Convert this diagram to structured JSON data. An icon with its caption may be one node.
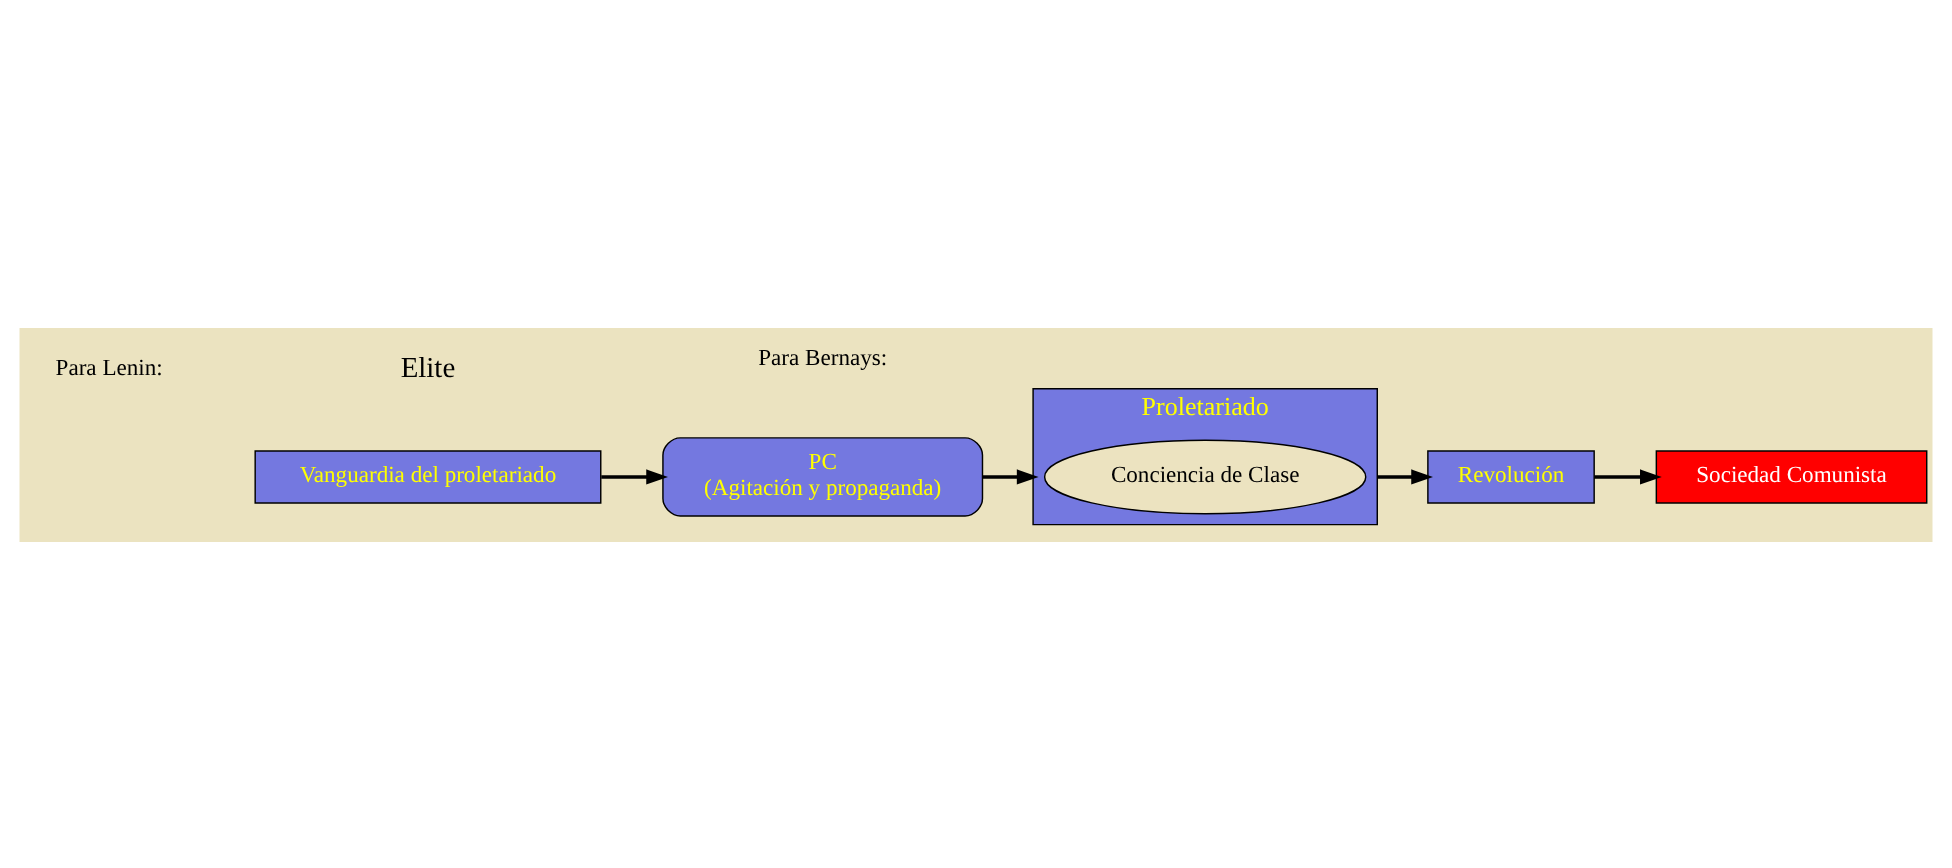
{
  "diagram": {
    "nodes": [
      {
        "text": [
          "Vanguardia del proletariado"
        ]
      },
      {
        "text": [
          "PC",
          "(Agitación y propaganda)"
        ]
      },
      {
        "text": [
          "Proletariado"
        ]
      },
      {
        "text": [
          "Conciencia de Clase"
        ],
        "in": 2
      },
      {
        "text": [
          "Revolución"
        ]
      },
      {
        "text": [
          "Sociedad Comunista"
        ]
      }
    ],
    "edges": [
      {
        "from": 0,
        "to": 1,
        "arrow": "to"
      },
      {
        "from": 1,
        "to": 2,
        "arrow": "to"
      },
      {
        "from": 2,
        "to": 4,
        "arrow": "to"
      },
      {
        "from": 4,
        "to": 5,
        "arrow": "to"
      }
    ],
    "labels": [
      "Para Lenin:",
      "Elite",
      "Para Bernays:"
    ]
  }
}
